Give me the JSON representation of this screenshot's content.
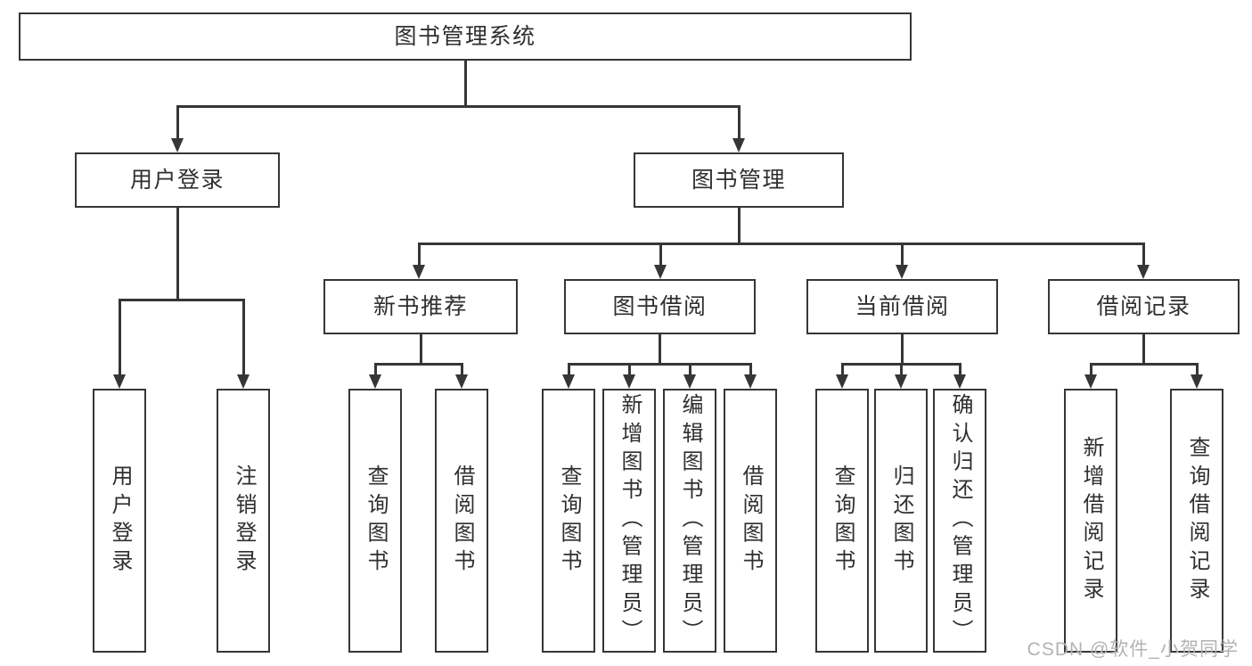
{
  "diagram": {
    "nodes": {
      "root": "图书管理系统",
      "user_login": "用户登录",
      "book_management": "图书管理",
      "new_book_recommend": "新书推荐",
      "book_borrow": "图书借阅",
      "current_borrow": "当前借阅",
      "borrow_records": "借阅记录",
      "login": "用户登录",
      "logout": "注销登录",
      "query_book_1": "查询图书",
      "borrow_book_1": "借阅图书",
      "query_book_2": "查询图书",
      "add_book_admin": "新增图书（管理员）",
      "edit_book_admin": "编辑图书（管理员）",
      "borrow_book_2": "借阅图书",
      "query_book_3": "查询图书",
      "return_book": "归还图书",
      "confirm_return_admin": "确认归还（管理员）",
      "add_borrow_record": "新增借阅记录",
      "query_borrow_record": "查询借阅记录"
    },
    "hierarchy": {
      "root": [
        "user_login",
        "book_management"
      ],
      "user_login": [
        "login",
        "logout"
      ],
      "book_management": [
        "new_book_recommend",
        "book_borrow",
        "current_borrow",
        "borrow_records"
      ],
      "new_book_recommend": [
        "query_book_1",
        "borrow_book_1"
      ],
      "book_borrow": [
        "query_book_2",
        "add_book_admin",
        "edit_book_admin",
        "borrow_book_2"
      ],
      "current_borrow": [
        "query_book_3",
        "return_book",
        "confirm_return_admin"
      ],
      "borrow_records": [
        "add_borrow_record",
        "query_borrow_record"
      ]
    },
    "colors": {
      "line": "#363636",
      "text": "#2f2f2f",
      "watermark": "#b3b3b3",
      "background": "#ffffff"
    }
  },
  "watermark": {
    "text": "CSDN @软件_小贺同学"
  }
}
